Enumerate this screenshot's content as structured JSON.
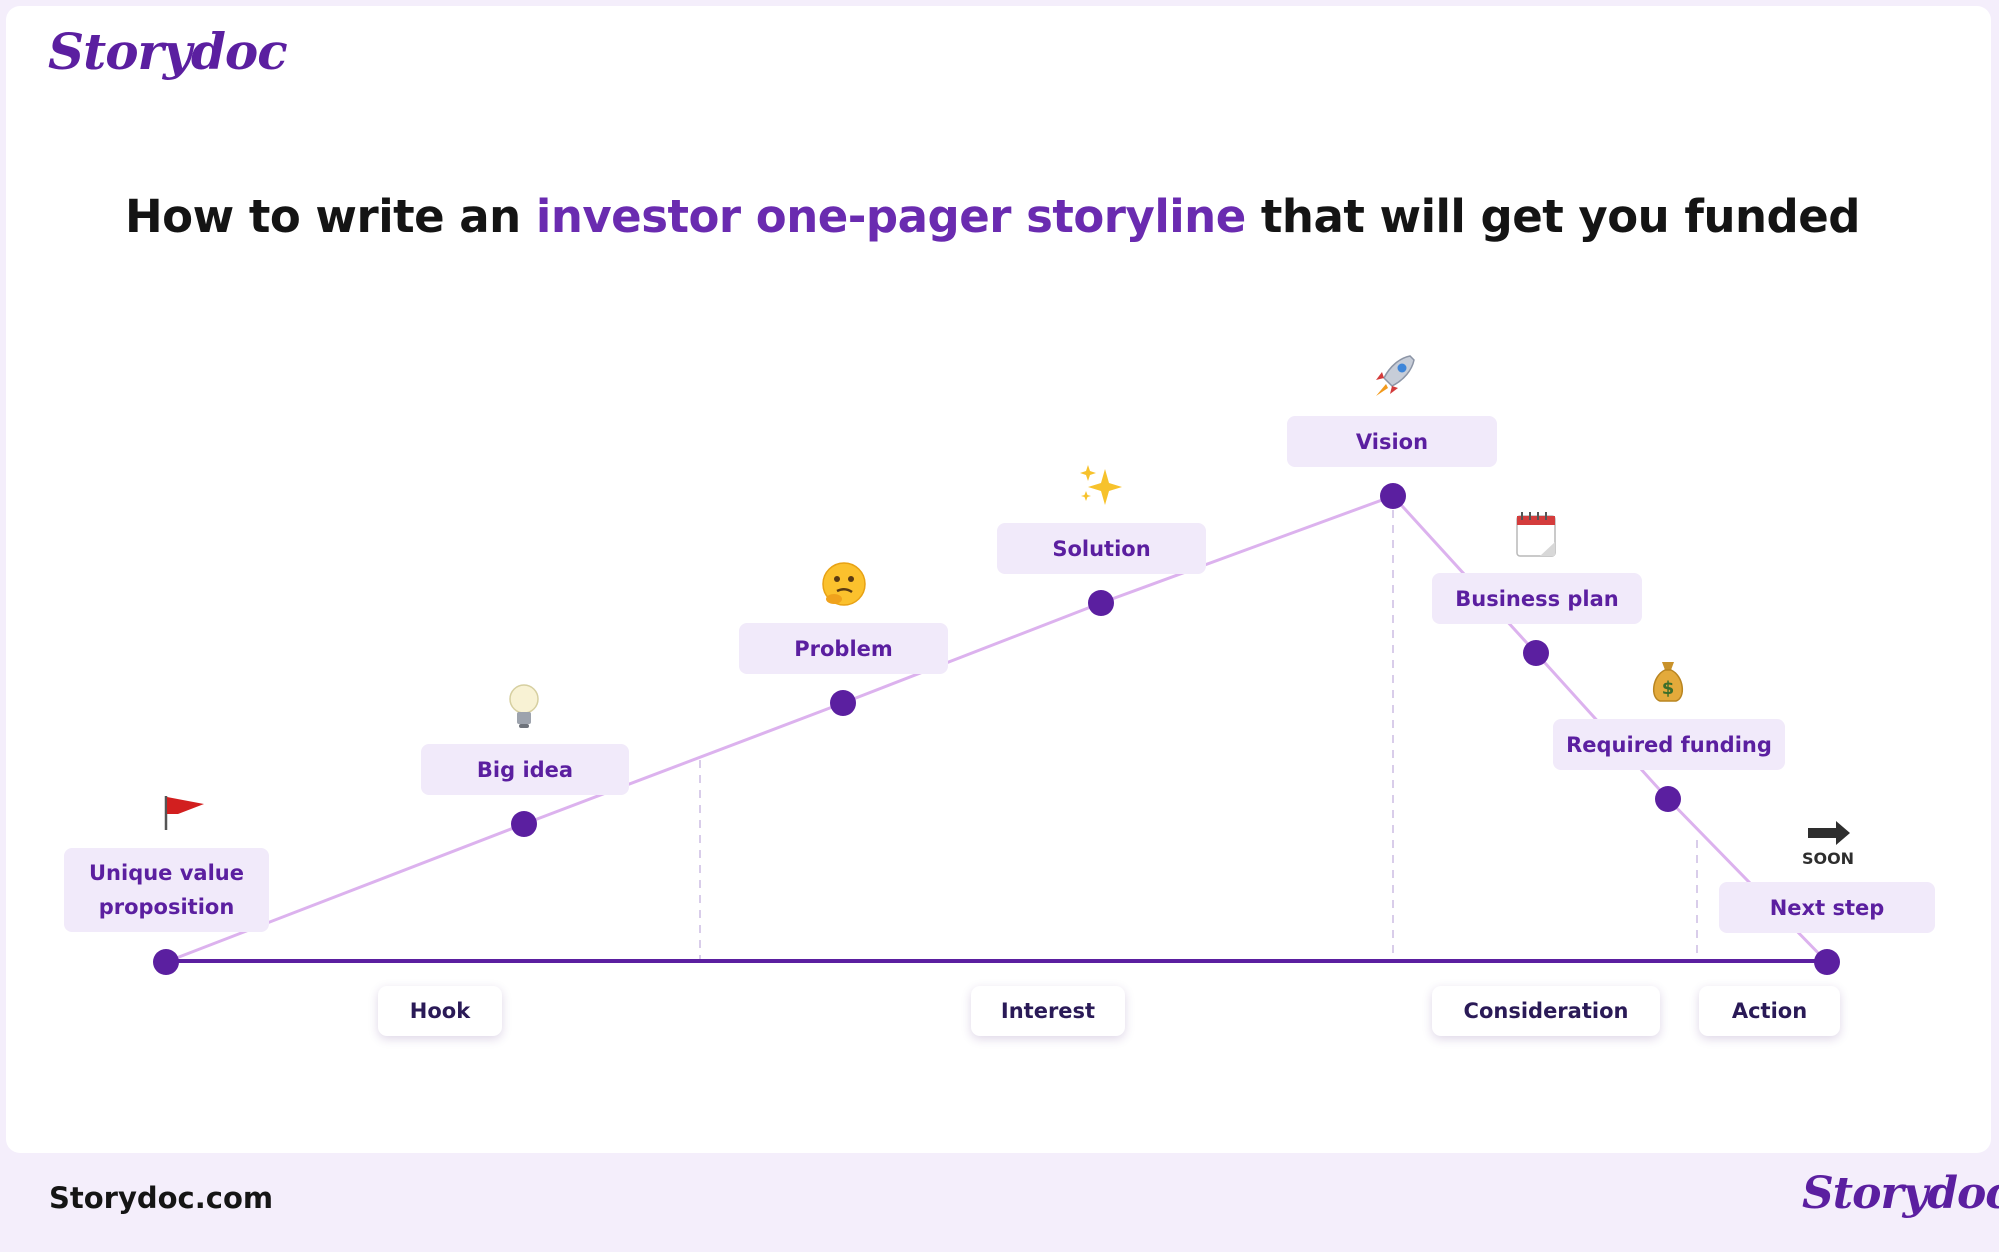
{
  "brand": {
    "logo_text": "Storydoc",
    "footer_url": "Storydoc.com",
    "accent_color": "#6a2bb0",
    "line_color": "#5b1fa0",
    "pill_bg": "#f1eafa"
  },
  "headline": {
    "before": "How to write an ",
    "accent": "investor one-pager storyline",
    "after": " that will get you funded"
  },
  "stages": [
    {
      "label": "Unique value proposition",
      "icon": "red-flag-icon"
    },
    {
      "label": "Big idea",
      "icon": "light-bulb-icon"
    },
    {
      "label": "Problem",
      "icon": "thinking-face-icon"
    },
    {
      "label": "Solution",
      "icon": "sparkles-icon"
    },
    {
      "label": "Vision",
      "icon": "rocket-icon"
    },
    {
      "label": "Business plan",
      "icon": "calendar-icon"
    },
    {
      "label": "Required funding",
      "icon": "money-bag-icon"
    },
    {
      "label": "Next step",
      "icon": "soon-arrow-icon"
    }
  ],
  "phases": [
    "Hook",
    "Interest",
    "Consideration",
    "Action"
  ],
  "soon_text": "SOON"
}
